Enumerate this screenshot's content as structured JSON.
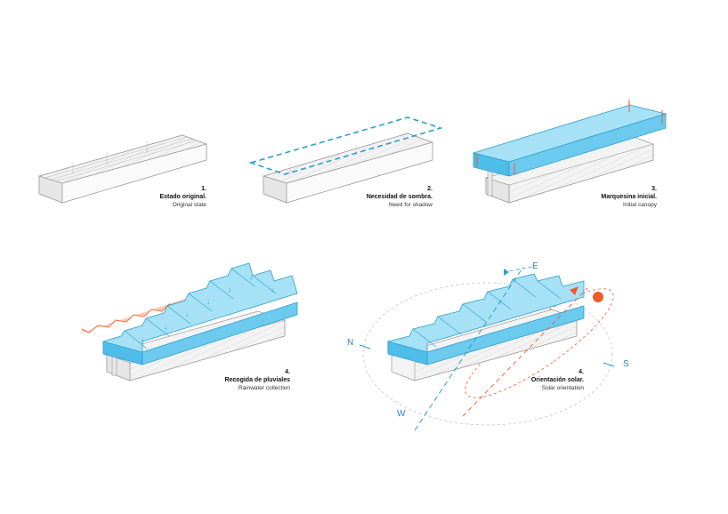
{
  "steps": [
    {
      "number": "1.",
      "title_es": "Estado original.",
      "title_en": "Original state"
    },
    {
      "number": "2.",
      "title_es": "Necesidad de sombra.",
      "title_en": "Need for shadow"
    },
    {
      "number": "3.",
      "title_es": "Marquesina inicial.",
      "title_en": "Initial canopy"
    },
    {
      "number": "4.",
      "title_es": "Recogida de pluviales",
      "title_en": "Rainwater collection"
    },
    {
      "number": "4.",
      "title_es": "Orientación solar.",
      "title_en": "Solar orientation"
    }
  ],
  "compass": {
    "north": "N",
    "south": "S",
    "east": "E",
    "west": "W"
  },
  "colors": {
    "canopy_blue": "#5cc6ee",
    "canopy_edge": "#2a9fd0",
    "accent_orange": "#f05a28",
    "structure_grey": "#9a9a9a",
    "structure_fill": "#f4f4f4"
  }
}
